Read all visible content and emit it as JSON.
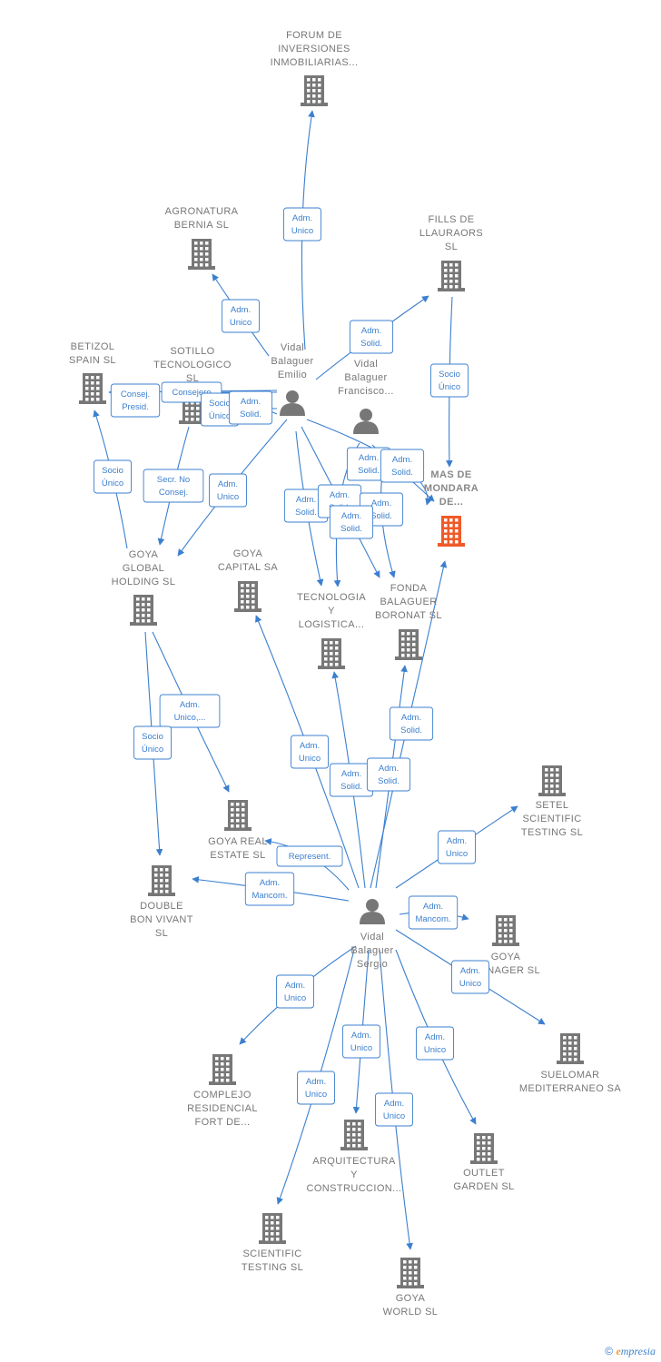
{
  "colors": {
    "edge": "#3b7fcf",
    "building": "#777777",
    "building_main": "#f05a28",
    "person": "#777777",
    "label": "#777777"
  },
  "nodes": [
    {
      "id": "forum",
      "kind": "company",
      "lines": [
        "FORUM DE",
        "INVERSIONES",
        "INMOBILIARIAS..."
      ]
    },
    {
      "id": "agronatura",
      "kind": "company",
      "lines": [
        "AGRONATURA",
        "BERNIA  SL"
      ]
    },
    {
      "id": "fills",
      "kind": "company",
      "lines": [
        "FILLS DE",
        "LLAURAORS",
        "SL"
      ]
    },
    {
      "id": "betizol",
      "kind": "company",
      "lines": [
        "BETIZOL",
        "SPAIN  SL"
      ]
    },
    {
      "id": "sotillo",
      "kind": "company",
      "lines": [
        "SOTILLO",
        "TECNOLOGICO",
        "SL"
      ]
    },
    {
      "id": "emilio",
      "kind": "person",
      "lines": [
        "Vidal",
        "Balaguer",
        "Emilio"
      ]
    },
    {
      "id": "francisco",
      "kind": "person",
      "lines": [
        "Vidal",
        "Balaguer",
        "Francisco..."
      ]
    },
    {
      "id": "mas",
      "kind": "company-main",
      "lines": [
        "MAS DE",
        "MONDARA",
        "DE..."
      ]
    },
    {
      "id": "goya_global",
      "kind": "company",
      "lines": [
        "GOYA",
        "GLOBAL",
        "HOLDING  SL"
      ]
    },
    {
      "id": "goya_capital",
      "kind": "company",
      "lines": [
        "GOYA",
        "CAPITAL SA"
      ]
    },
    {
      "id": "tecnologia",
      "kind": "company",
      "lines": [
        "TECNOLOGIA",
        "Y",
        "LOGISTICA..."
      ]
    },
    {
      "id": "fonda",
      "kind": "company",
      "lines": [
        "FONDA",
        "BALAGUER",
        "BORONAT  SL"
      ]
    },
    {
      "id": "setel",
      "kind": "company",
      "lines": [
        "SETEL",
        "SCIENTIFIC",
        "TESTING  SL"
      ]
    },
    {
      "id": "goya_real",
      "kind": "company",
      "lines": [
        "GOYA REAL",
        "ESTATE  SL"
      ]
    },
    {
      "id": "double",
      "kind": "company",
      "lines": [
        "DOUBLE",
        "BON VIVANT",
        "SL"
      ]
    },
    {
      "id": "sergio",
      "kind": "person",
      "lines": [
        "Vidal",
        "Balaguer",
        "Sergio"
      ]
    },
    {
      "id": "goya_manager",
      "kind": "company",
      "lines": [
        "GOYA",
        "MANAGER  SL"
      ]
    },
    {
      "id": "suelomar",
      "kind": "company",
      "lines": [
        "SUELOMAR",
        "MEDITERRANEO SA"
      ]
    },
    {
      "id": "complejo",
      "kind": "company",
      "lines": [
        "COMPLEJO",
        "RESIDENCIAL",
        "FORT DE..."
      ]
    },
    {
      "id": "arquitectura",
      "kind": "company",
      "lines": [
        "ARQUITECTURA",
        "Y",
        "CONSTRUCCION..."
      ]
    },
    {
      "id": "outlet",
      "kind": "company",
      "lines": [
        "OUTLET",
        "GARDEN  SL"
      ]
    },
    {
      "id": "scientific",
      "kind": "company",
      "lines": [
        "SCIENTIFIC",
        "TESTING  SL"
      ]
    },
    {
      "id": "goya_world",
      "kind": "company",
      "lines": [
        "GOYA",
        "WORLD  SL"
      ]
    }
  ],
  "relations": [
    {
      "from": "emilio",
      "to": "forum",
      "label": [
        "Adm.",
        "Unico"
      ]
    },
    {
      "from": "emilio",
      "to": "agronatura",
      "label": [
        "Adm.",
        "Unico"
      ]
    },
    {
      "from": "emilio",
      "to": "fills",
      "label": [
        "Adm.",
        "Solid."
      ]
    },
    {
      "from": "fills",
      "to": "mas",
      "label": [
        "Socio",
        "Único"
      ]
    },
    {
      "from": "emilio",
      "to": "betizol",
      "label": [
        "Consej.",
        "Presid."
      ]
    },
    {
      "from": "emilio",
      "to": "sotillo",
      "label": [
        "Consejero"
      ]
    },
    {
      "from": "emilio",
      "to": "sotillo",
      "label": [
        "Socio",
        "Único"
      ]
    },
    {
      "from": "emilio",
      "to": "sotillo",
      "label": [
        "Adm.",
        "Solid."
      ]
    },
    {
      "from": "emilio",
      "to": "goya_global",
      "label": [
        "Adm.",
        "Unico"
      ]
    },
    {
      "from": "emilio",
      "to": "tecnologia",
      "label": [
        "Adm.",
        "Solid."
      ]
    },
    {
      "from": "emilio",
      "to": "fonda",
      "label": [
        "Adm.",
        "Solid."
      ]
    },
    {
      "from": "emilio",
      "to": "mas",
      "label": [
        "Adm.",
        "Solid."
      ]
    },
    {
      "from": "francisco",
      "to": "tecnologia",
      "label": [
        "Adm.",
        "Solid."
      ]
    },
    {
      "from": "francisco",
      "to": "fonda",
      "label": [
        "Adm.",
        "Solid."
      ]
    },
    {
      "from": "francisco",
      "to": "mas",
      "label": [
        "Adm.",
        "Solid."
      ]
    },
    {
      "from": "goya_global",
      "to": "betizol",
      "label": [
        "Socio",
        "Único"
      ]
    },
    {
      "from": "sotillo",
      "to": "goya_global",
      "label": [
        "Secr.  No",
        "Consej."
      ]
    },
    {
      "from": "goya_global",
      "to": "goya_real",
      "label": [
        "Adm.",
        "Unico,..."
      ]
    },
    {
      "from": "goya_global",
      "to": "double",
      "label": [
        "Socio",
        "Único"
      ]
    },
    {
      "from": "sergio",
      "to": "goya_capital",
      "label": [
        "Adm.",
        "Unico"
      ]
    },
    {
      "from": "sergio",
      "to": "tecnologia",
      "label": [
        "Adm.",
        "Solid."
      ]
    },
    {
      "from": "sergio",
      "to": "fonda",
      "label": [
        "Adm.",
        "Solid."
      ]
    },
    {
      "from": "sergio",
      "to": "mas",
      "label": [
        "Adm.",
        "Solid."
      ]
    },
    {
      "from": "sergio",
      "to": "setel",
      "label": [
        "Adm.",
        "Unico"
      ]
    },
    {
      "from": "sergio",
      "to": "goya_real",
      "label": [
        "Represent."
      ]
    },
    {
      "from": "sergio",
      "to": "double",
      "label": [
        "Adm.",
        "Mancom."
      ]
    },
    {
      "from": "sergio",
      "to": "goya_manager",
      "label": [
        "Adm.",
        "Mancom."
      ]
    },
    {
      "from": "sergio",
      "to": "suelomar",
      "label": [
        "Adm.",
        "Unico"
      ]
    },
    {
      "from": "sergio",
      "to": "complejo",
      "label": [
        "Adm.",
        "Unico"
      ]
    },
    {
      "from": "sergio",
      "to": "arquitectura",
      "label": [
        "Adm.",
        "Unico"
      ]
    },
    {
      "from": "sergio",
      "to": "outlet",
      "label": [
        "Adm.",
        "Unico"
      ]
    },
    {
      "from": "sergio",
      "to": "scientific",
      "label": [
        "Adm.",
        "Unico"
      ]
    },
    {
      "from": "sergio",
      "to": "goya_world",
      "label": [
        "Adm.",
        "Unico"
      ]
    }
  ],
  "footer": {
    "copyright": "©",
    "brand_initial": "e",
    "brand_rest": "mpresia"
  }
}
